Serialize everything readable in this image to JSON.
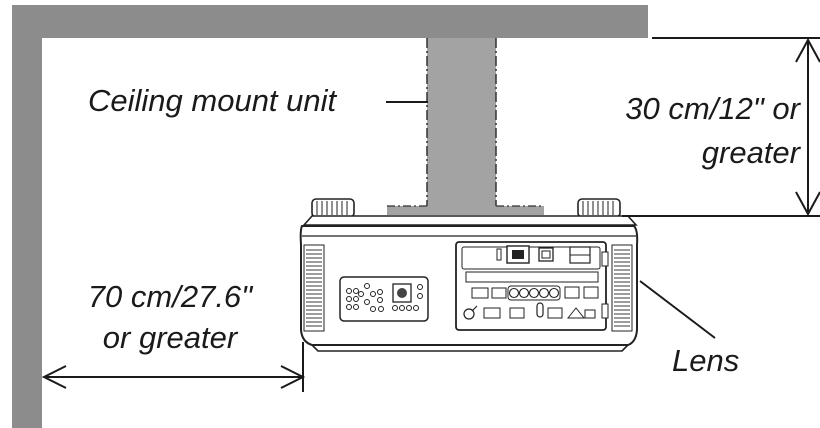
{
  "labels": {
    "ceiling_mount": "Ceiling mount unit",
    "vertical_clearance_line1": "30 cm/12\" or",
    "vertical_clearance_line2": "greater",
    "side_clearance_line1": "70 cm/27.6\"",
    "side_clearance_line2": "or greater",
    "lens": "Lens"
  },
  "colors": {
    "wall": "#8c8c8c",
    "mount": "#a3a3a3",
    "line": "#1a1a1a",
    "projector_body": "#ffffff"
  }
}
